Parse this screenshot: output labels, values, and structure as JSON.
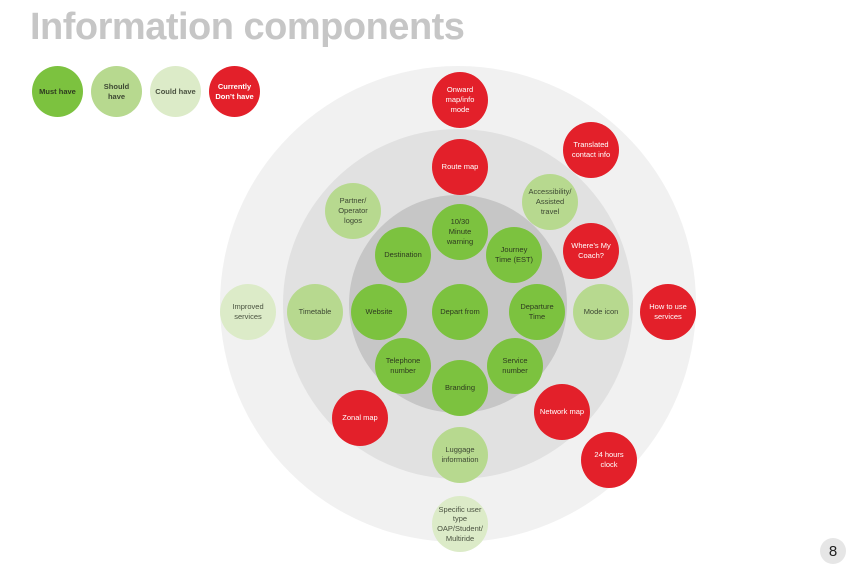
{
  "title": "Information components",
  "legend": {
    "must": "Must have",
    "should": "Should have",
    "could": "Could have",
    "dont": "Currently\nDon’t have"
  },
  "colors": {
    "must_have": "#7cc23f",
    "should_have": "#b7d98f",
    "could_have": "#dcebc8",
    "dont_have": "#e3202a"
  },
  "components": {
    "onward_map": "Onward\nmap/info\nmode",
    "translated_contact": "Translated\ncontact info",
    "route_map": "Route map",
    "accessibility": "Accessibility/\nAssisted travel",
    "partner_logos": "Partner/\nOperator logos",
    "minute_warning": "10/30\nMinute\nwarning",
    "destination": "Destination",
    "journey_time": "Journey\nTime (EST)",
    "wheres_my_coach": "Where’s My\nCoach?",
    "improved_services": "Improved\nservices",
    "timetable": "Timetable",
    "website": "Website",
    "depart_from": "Depart from",
    "departure_time": "Departure\nTime",
    "mode_icon": "Mode icon",
    "how_to_use": "How to use\nservices",
    "telephone_number": "Telephone\nnumber",
    "service_number": "Service\nnumber",
    "branding": "Branding",
    "zonal_map": "Zonal map",
    "network_map": "Network map",
    "clock_24": "24 hours clock",
    "luggage_info": "Luggage\ninformation",
    "specific_user_type": "Specific user type\nOAP/Student/\nMultiride"
  },
  "page_number": "8"
}
